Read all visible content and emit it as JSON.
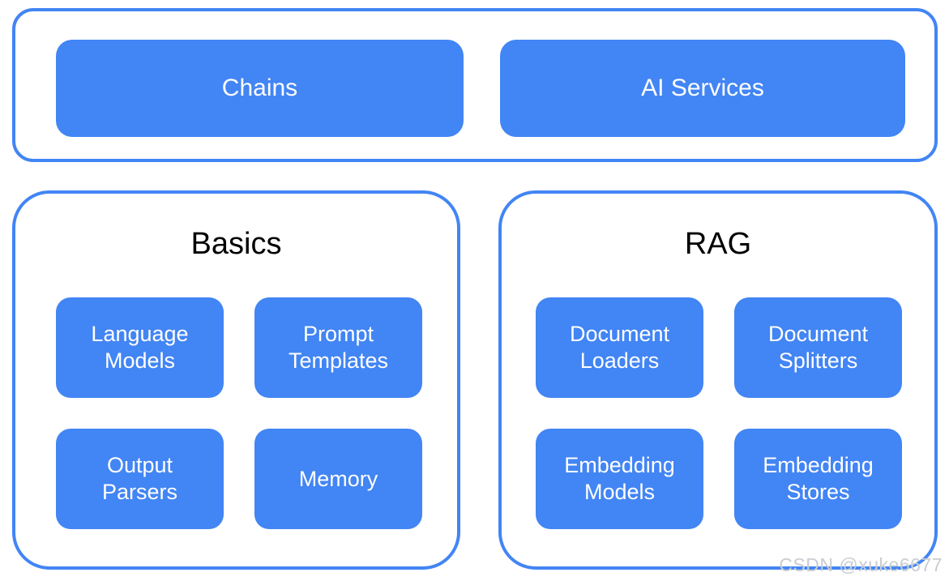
{
  "diagram": {
    "type": "block-diagram",
    "accent_color": "#4285F4",
    "node_text_color": "#FFFFFF",
    "title_text_color": "#000000",
    "background_color": "#FFFFFF",
    "groups": [
      {
        "id": "top",
        "title": "",
        "nodes": [
          {
            "id": "chains",
            "label": "Chains"
          },
          {
            "id": "ai-services",
            "label": "AI Services"
          }
        ]
      },
      {
        "id": "basics",
        "title": "Basics",
        "nodes": [
          {
            "id": "language-models",
            "label": "Language\nModels"
          },
          {
            "id": "prompt-templates",
            "label": "Prompt\nTemplates"
          },
          {
            "id": "output-parsers",
            "label": "Output\nParsers"
          },
          {
            "id": "memory",
            "label": "Memory"
          }
        ]
      },
      {
        "id": "rag",
        "title": "RAG",
        "nodes": [
          {
            "id": "document-loaders",
            "label": "Document\nLoaders"
          },
          {
            "id": "document-splitters",
            "label": "Document\nSplitters"
          },
          {
            "id": "embedding-models",
            "label": "Embedding\nModels"
          },
          {
            "id": "embedding-stores",
            "label": "Embedding\nStores"
          }
        ]
      }
    ]
  },
  "watermark": {
    "text": "CSDN @xuke6677"
  }
}
